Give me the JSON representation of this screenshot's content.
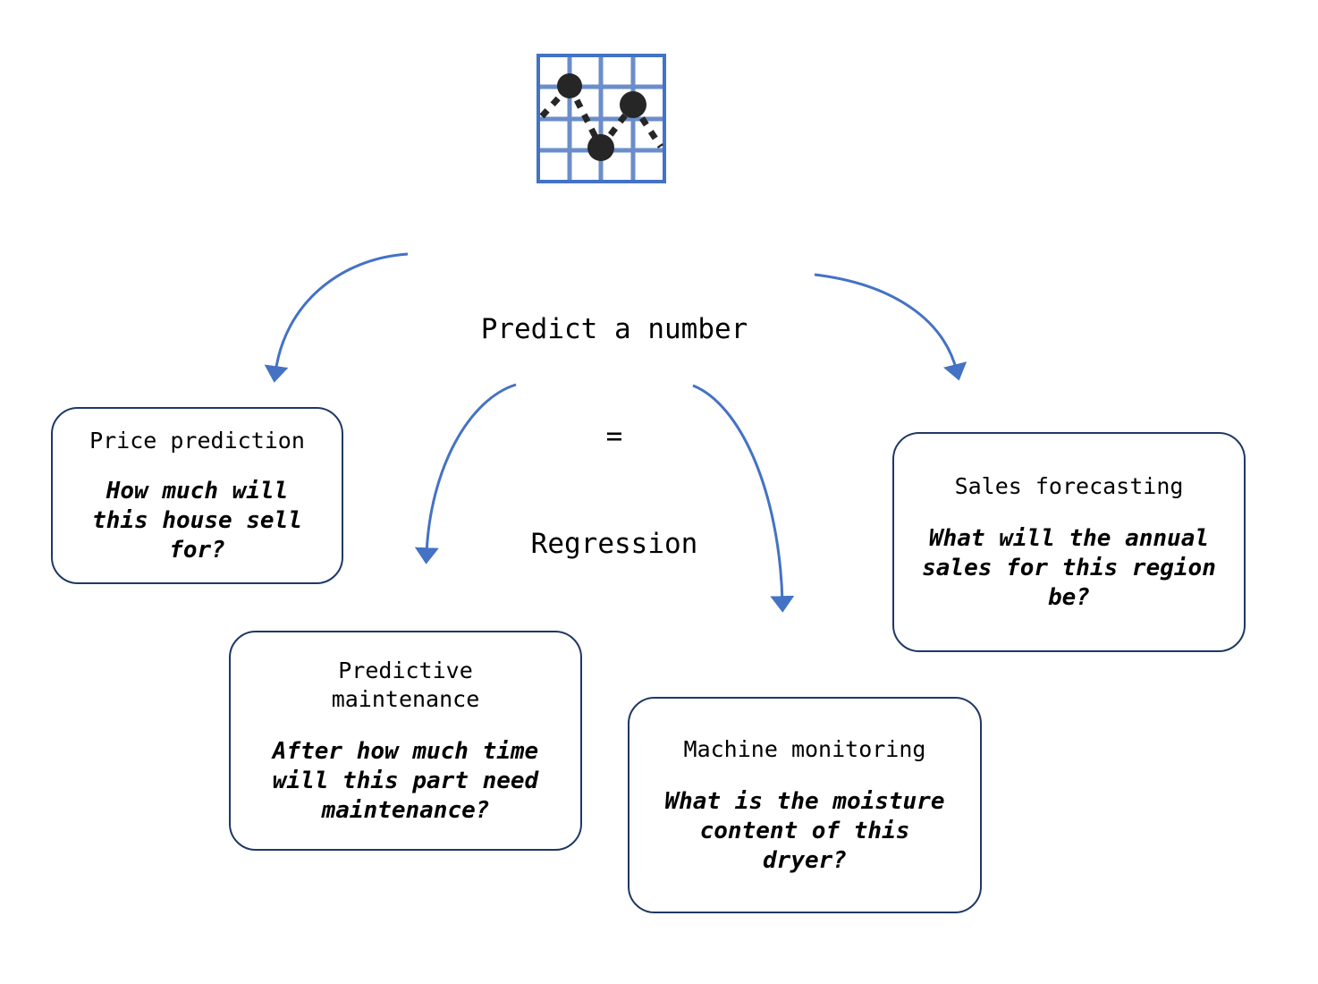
{
  "diagram": {
    "icon": {
      "name": "line-chart-grid-icon",
      "grid_color": "#5B7FC4",
      "border_color": "#4472C4",
      "point_color": "#262626",
      "points": 3
    },
    "center": {
      "line1": "Predict a number",
      "line2": "=",
      "line3": "Regression"
    },
    "arrow_color": "#4472C4",
    "box_border_color": "#1F3864",
    "nodes": [
      {
        "id": "price-prediction",
        "title": "Price prediction",
        "description": "How much will\nthis house sell\nfor?"
      },
      {
        "id": "predictive-maintenance",
        "title": "Predictive\nmaintenance",
        "description": "After how much time\nwill this part need\nmaintenance?"
      },
      {
        "id": "machine-monitoring",
        "title": "Machine monitoring",
        "description": "What is the moisture\ncontent of this\ndryer?"
      },
      {
        "id": "sales-forecasting",
        "title": "Sales forecasting",
        "description": "What will the annual\nsales for this region\nbe?"
      }
    ]
  }
}
